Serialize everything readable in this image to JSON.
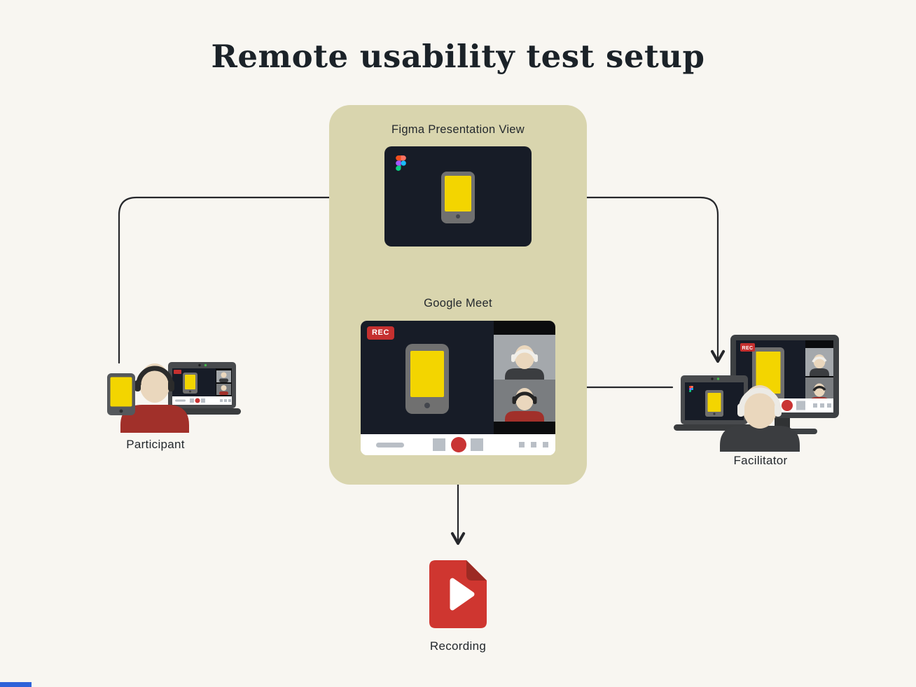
{
  "page": {
    "title": "Remote usability test setup"
  },
  "hub": {
    "figma_label": "Figma Presentation View",
    "meet_label": "Google Meet",
    "rec_badge": "REC"
  },
  "participant": {
    "label": "Participant"
  },
  "facilitator": {
    "label": "Facilitator"
  },
  "recording": {
    "label": "Recording"
  },
  "flow": [
    {
      "from": "Participant",
      "to": "Figma Presentation View"
    },
    {
      "from": "Figma Presentation View",
      "to": "Facilitator"
    },
    {
      "from": "Facilitator",
      "to": "Google Meet"
    },
    {
      "from": "Google Meet",
      "to": "Recording"
    }
  ],
  "colors": {
    "background": "#f8f6f1",
    "hub_panel": "#d9d5ae",
    "screen_dark": "#171c27",
    "device_yellow": "#f3d500",
    "rec_red": "#c5302f",
    "record_dot_red": "#c93434",
    "shirt_red": "#a1302a",
    "shirt_dark": "#3b3d40",
    "skin": "#ead7bd",
    "recording_icon_red": "#cf3630",
    "arrow": "#26272b"
  }
}
